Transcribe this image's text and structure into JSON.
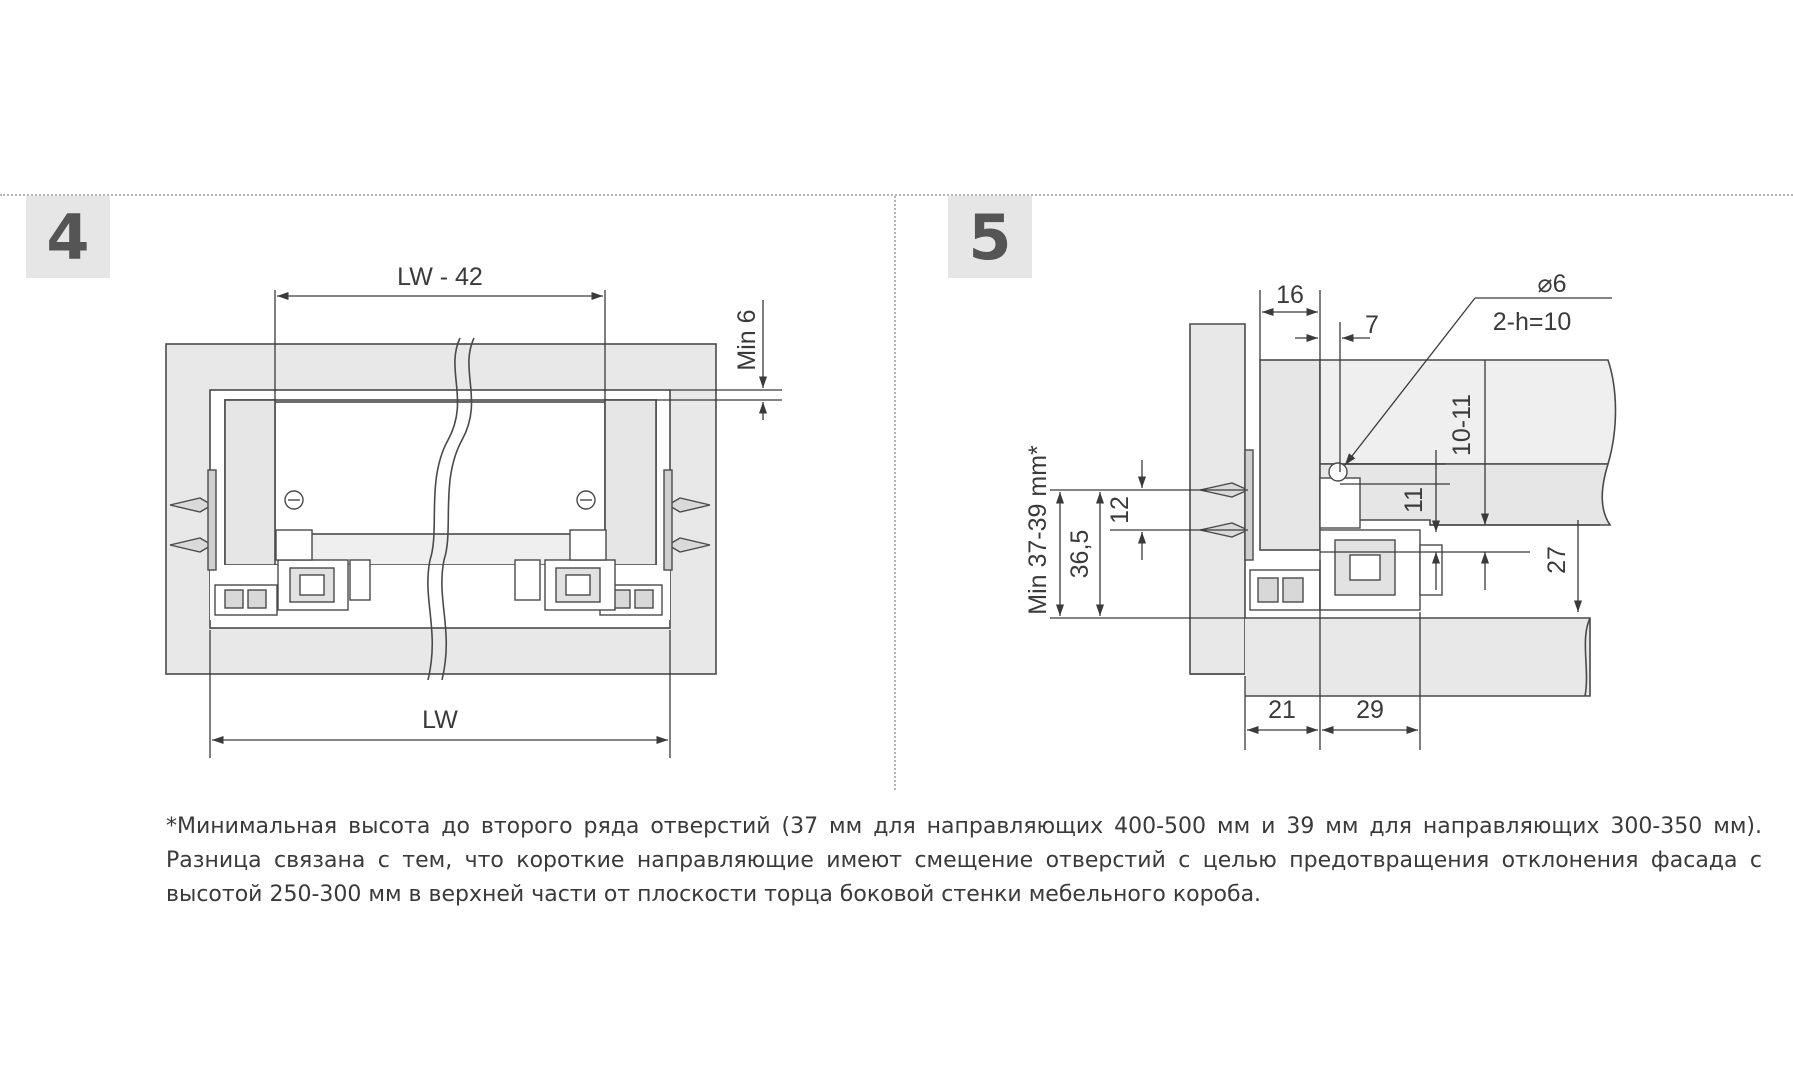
{
  "steps": {
    "left": "4",
    "right": "5"
  },
  "diagram4": {
    "dims": {
      "top_width": "LW - 42",
      "gap": "Min 6",
      "inner_width": "LW"
    }
  },
  "diagram5": {
    "dims": {
      "d16": "16",
      "d7": "7",
      "hole": "⌀6",
      "hole_depth": "2-h=10",
      "d10_11": "10-11",
      "d11": "11",
      "d27": "27",
      "d12": "12",
      "d36_5": "36,5",
      "min_height": "Min 37-39 mm*",
      "d21": "21",
      "d29": "29"
    }
  },
  "footnote": "*Минимальная высота до второго ряда отверстий (37 мм для направляющих 400-500 мм и 39 мм для направляющих 300-350 мм). Разница связана с тем, что короткие направляющие имеют смещение отверстий с целью предотвращения отклонения фасада с высотой 250-300 мм в верхней части от плоскости торца боковой стенки мебельного короба.",
  "colors": {
    "panel": "#e8e8e8",
    "line": "#4a4a4a",
    "badge_bg": "#e6e6e6"
  }
}
